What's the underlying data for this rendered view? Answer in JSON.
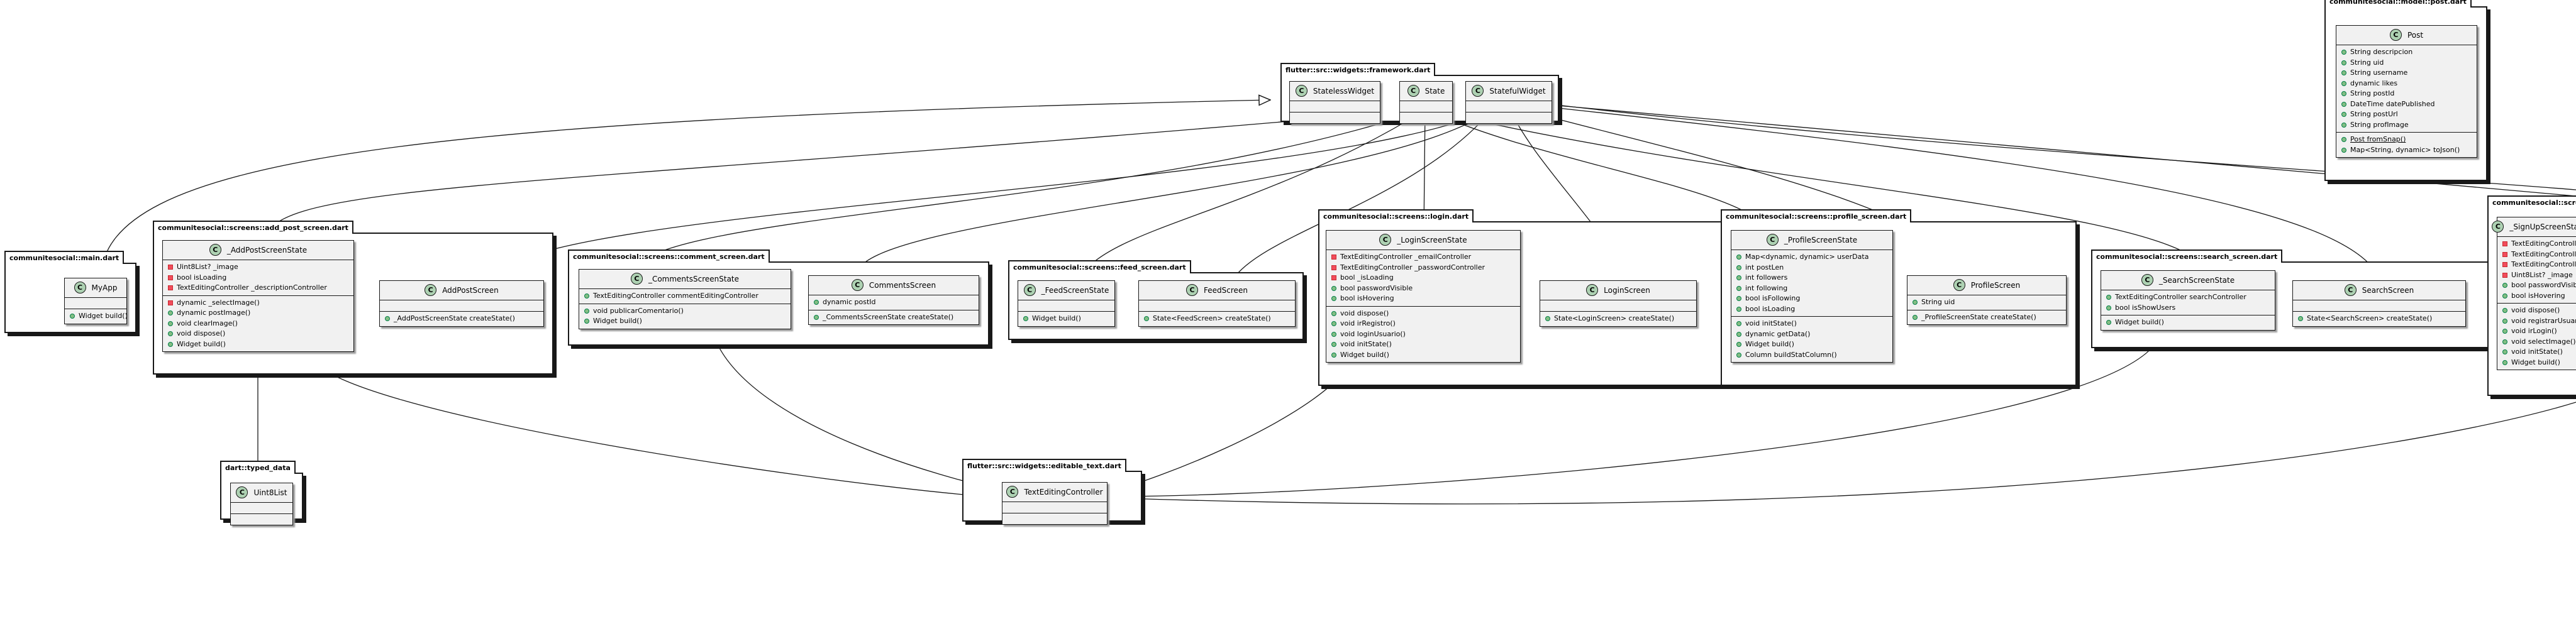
{
  "packages": [
    {
      "id": "framework",
      "title": "flutter::src::widgets::framework.dart"
    },
    {
      "id": "post",
      "title": "communitesocial::model::post.dart"
    },
    {
      "id": "main",
      "title": "communitesocial::main.dart"
    },
    {
      "id": "addpost",
      "title": "communitesocial::screens::add_post_screen.dart"
    },
    {
      "id": "comment",
      "title": "communitesocial::screens::comment_screen.dart"
    },
    {
      "id": "feed",
      "title": "communitesocial::screens::feed_screen.dart"
    },
    {
      "id": "login",
      "title": "communitesocial::screens::login.dart"
    },
    {
      "id": "profile",
      "title": "communitesocial::screens::profile_screen.dart"
    },
    {
      "id": "search",
      "title": "communitesocial::screens::search_screen.dart"
    },
    {
      "id": "signup",
      "title": "communitesocial::screens::signup"
    },
    {
      "id": "typed",
      "title": "dart::typed_data"
    },
    {
      "id": "editable",
      "title": "flutter::src::widgets::editable_text.dart"
    }
  ],
  "classes": [
    {
      "id": "StatelessWidget",
      "name": "StatelessWidget",
      "icon": "C",
      "fields": [],
      "methods": []
    },
    {
      "id": "State",
      "name": "State",
      "icon": "C",
      "fields": [],
      "methods": []
    },
    {
      "id": "StatefulWidget",
      "name": "StatefulWidget",
      "icon": "C",
      "fields": [],
      "methods": []
    },
    {
      "id": "Post",
      "name": "Post",
      "icon": "C",
      "fields": [
        {
          "v": "pub",
          "t": "String descripcion"
        },
        {
          "v": "pub",
          "t": "String uid"
        },
        {
          "v": "pub",
          "t": "String username"
        },
        {
          "v": "pub",
          "t": "dynamic likes"
        },
        {
          "v": "pub",
          "t": "String postId"
        },
        {
          "v": "pub",
          "t": "DateTime datePublished"
        },
        {
          "v": "pub",
          "t": "String postUrl"
        },
        {
          "v": "pub",
          "t": "String profImage"
        }
      ],
      "methods": [
        {
          "v": "pub",
          "t": "Post fromSnap()",
          "u": true
        },
        {
          "v": "pub",
          "t": "Map<String, dynamic> toJson()"
        }
      ]
    },
    {
      "id": "MyApp",
      "name": "MyApp",
      "icon": "C",
      "fields": [],
      "methods": [
        {
          "v": "pub",
          "t": "Widget build()"
        }
      ]
    },
    {
      "id": "AddPostScreenState",
      "name": "_AddPostScreenState",
      "icon": "C",
      "fields": [
        {
          "v": "priv",
          "t": "Uint8List? _image"
        },
        {
          "v": "priv",
          "t": "bool isLoading"
        },
        {
          "v": "priv",
          "t": "TextEditingController _descriptionController"
        }
      ],
      "methods": [
        {
          "v": "priv",
          "t": "dynamic _selectImage()"
        },
        {
          "v": "pub",
          "t": "dynamic postImage()"
        },
        {
          "v": "pub",
          "t": "void clearImage()"
        },
        {
          "v": "pub",
          "t": "void dispose()"
        },
        {
          "v": "pub",
          "t": "Widget build()"
        }
      ]
    },
    {
      "id": "AddPostScreen",
      "name": "AddPostScreen",
      "icon": "C",
      "fields": [],
      "methods": [
        {
          "v": "pub",
          "t": "_AddPostScreenState createState()"
        }
      ]
    },
    {
      "id": "CommentsScreenState",
      "name": "_CommentsScreenState",
      "icon": "C",
      "fields": [
        {
          "v": "pub",
          "t": "TextEditingController commentEditingController"
        }
      ],
      "methods": [
        {
          "v": "pub",
          "t": "void publicarComentario()"
        },
        {
          "v": "pub",
          "t": "Widget build()"
        }
      ]
    },
    {
      "id": "CommentsScreen",
      "name": "CommentsScreen",
      "icon": "C",
      "fields": [
        {
          "v": "pub",
          "t": "dynamic postId"
        }
      ],
      "methods": [
        {
          "v": "pub",
          "t": "_CommentsScreenState createState()"
        }
      ]
    },
    {
      "id": "FeedScreenState",
      "name": "_FeedScreenState",
      "icon": "C",
      "fields": [],
      "methods": [
        {
          "v": "pub",
          "t": "Widget build()"
        }
      ]
    },
    {
      "id": "FeedScreen",
      "name": "FeedScreen",
      "icon": "C",
      "fields": [],
      "methods": [
        {
          "v": "pub",
          "t": "State<FeedScreen> createState()"
        }
      ]
    },
    {
      "id": "LoginScreenState",
      "name": "_LoginScreenState",
      "icon": "C",
      "fields": [
        {
          "v": "priv",
          "t": "TextEditingController _emailController"
        },
        {
          "v": "priv",
          "t": "TextEditingController _passwordController"
        },
        {
          "v": "priv",
          "t": "bool _isLoading"
        },
        {
          "v": "pub",
          "t": "bool passwordVisible"
        },
        {
          "v": "pub",
          "t": "bool isHovering"
        }
      ],
      "methods": [
        {
          "v": "pub",
          "t": "void dispose()"
        },
        {
          "v": "pub",
          "t": "void irRegistro()"
        },
        {
          "v": "pub",
          "t": "void loginUsuario()"
        },
        {
          "v": "pub",
          "t": "void initState()"
        },
        {
          "v": "pub",
          "t": "Widget build()"
        }
      ]
    },
    {
      "id": "LoginScreen",
      "name": "LoginScreen",
      "icon": "C",
      "fields": [],
      "methods": [
        {
          "v": "pub",
          "t": "State<LoginScreen> createState()"
        }
      ]
    },
    {
      "id": "ProfileScreenState",
      "name": "_ProfileScreenState",
      "icon": "C",
      "fields": [
        {
          "v": "pub",
          "t": "Map<dynamic, dynamic> userData"
        },
        {
          "v": "pub",
          "t": "int postLen"
        },
        {
          "v": "pub",
          "t": "int followers"
        },
        {
          "v": "pub",
          "t": "int following"
        },
        {
          "v": "pub",
          "t": "bool isFollowing"
        },
        {
          "v": "pub",
          "t": "bool isLoading"
        }
      ],
      "methods": [
        {
          "v": "pub",
          "t": "void initState()"
        },
        {
          "v": "pub",
          "t": "dynamic getData()"
        },
        {
          "v": "pub",
          "t": "Widget build()"
        },
        {
          "v": "pub",
          "t": "Column buildStatColumn()"
        }
      ]
    },
    {
      "id": "ProfileScreen",
      "name": "ProfileScreen",
      "icon": "C",
      "fields": [
        {
          "v": "pub",
          "t": "String uid"
        }
      ],
      "methods": [
        {
          "v": "pub",
          "t": "_ProfileScreenState createState()"
        }
      ]
    },
    {
      "id": "SearchScreenState",
      "name": "_SearchScreenState",
      "icon": "C",
      "fields": [
        {
          "v": "pub",
          "t": "TextEditingController searchController"
        },
        {
          "v": "pub",
          "t": "bool isShowUsers"
        }
      ],
      "methods": [
        {
          "v": "pub",
          "t": "Widget build()"
        }
      ]
    },
    {
      "id": "SearchScreen",
      "name": "SearchScreen",
      "icon": "C",
      "fields": [],
      "methods": [
        {
          "v": "pub",
          "t": "State<SearchScreen> createState()"
        }
      ]
    },
    {
      "id": "SignUpScreenState",
      "name": "_SignUpScreenStat",
      "icon": "C",
      "fields": [
        {
          "v": "priv",
          "t": "TextEditingController _username"
        },
        {
          "v": "priv",
          "t": "TextEditingController _emailCon"
        },
        {
          "v": "priv",
          "t": "TextEditingController _passwor"
        },
        {
          "v": "priv",
          "t": "Uint8List? _image"
        },
        {
          "v": "pub",
          "t": "bool passwordVisible"
        },
        {
          "v": "pub",
          "t": "bool isHovering"
        }
      ],
      "methods": [
        {
          "v": "pub",
          "t": "void dispose()"
        },
        {
          "v": "pub",
          "t": "void registrarUsuario()"
        },
        {
          "v": "pub",
          "t": "void irLogin()"
        },
        {
          "v": "pub",
          "t": "void selectImage()"
        },
        {
          "v": "pub",
          "t": "void initState()"
        },
        {
          "v": "pub",
          "t": "Widget build()"
        }
      ]
    },
    {
      "id": "Uint8List",
      "name": "Uint8List",
      "icon": "C",
      "fields": [],
      "methods": []
    },
    {
      "id": "TextEditingController",
      "name": "TextEditingController",
      "icon": "C",
      "fields": [],
      "methods": []
    }
  ],
  "colors": {
    "line": "#181818",
    "class_fill": "#f1f1f1",
    "class_icon": "#add1b2",
    "public": "#84be84",
    "private": "#f24d5c"
  }
}
